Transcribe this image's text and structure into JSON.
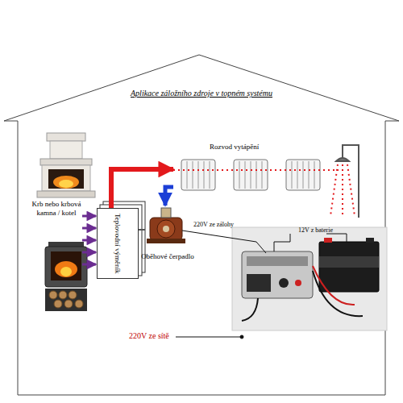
{
  "diagram": {
    "title": "Aplikace záložního zdroje v topném systému",
    "nodes": [
      {
        "text": [
          "Krb nebo krbová kamna / kotel"
        ]
      },
      {
        "text": [
          "Teplovodní výměník"
        ]
      },
      {
        "text": [
          "Oběhové čerpadlo"
        ]
      },
      {
        "text": [
          "Rozvod vytápění"
        ]
      }
    ],
    "edges": [
      {
        "from": 0,
        "to": 1,
        "arrow": "to"
      },
      {
        "from": 1,
        "to": 3,
        "arrow": "to"
      },
      {
        "from": 3,
        "to": 2,
        "arrow": "to"
      },
      {
        "from": 2,
        "to": 1,
        "arrow": "none"
      }
    ],
    "labels": [
      "220V ze zálohy",
      "12V z baterie",
      "220V ze sítě"
    ]
  }
}
